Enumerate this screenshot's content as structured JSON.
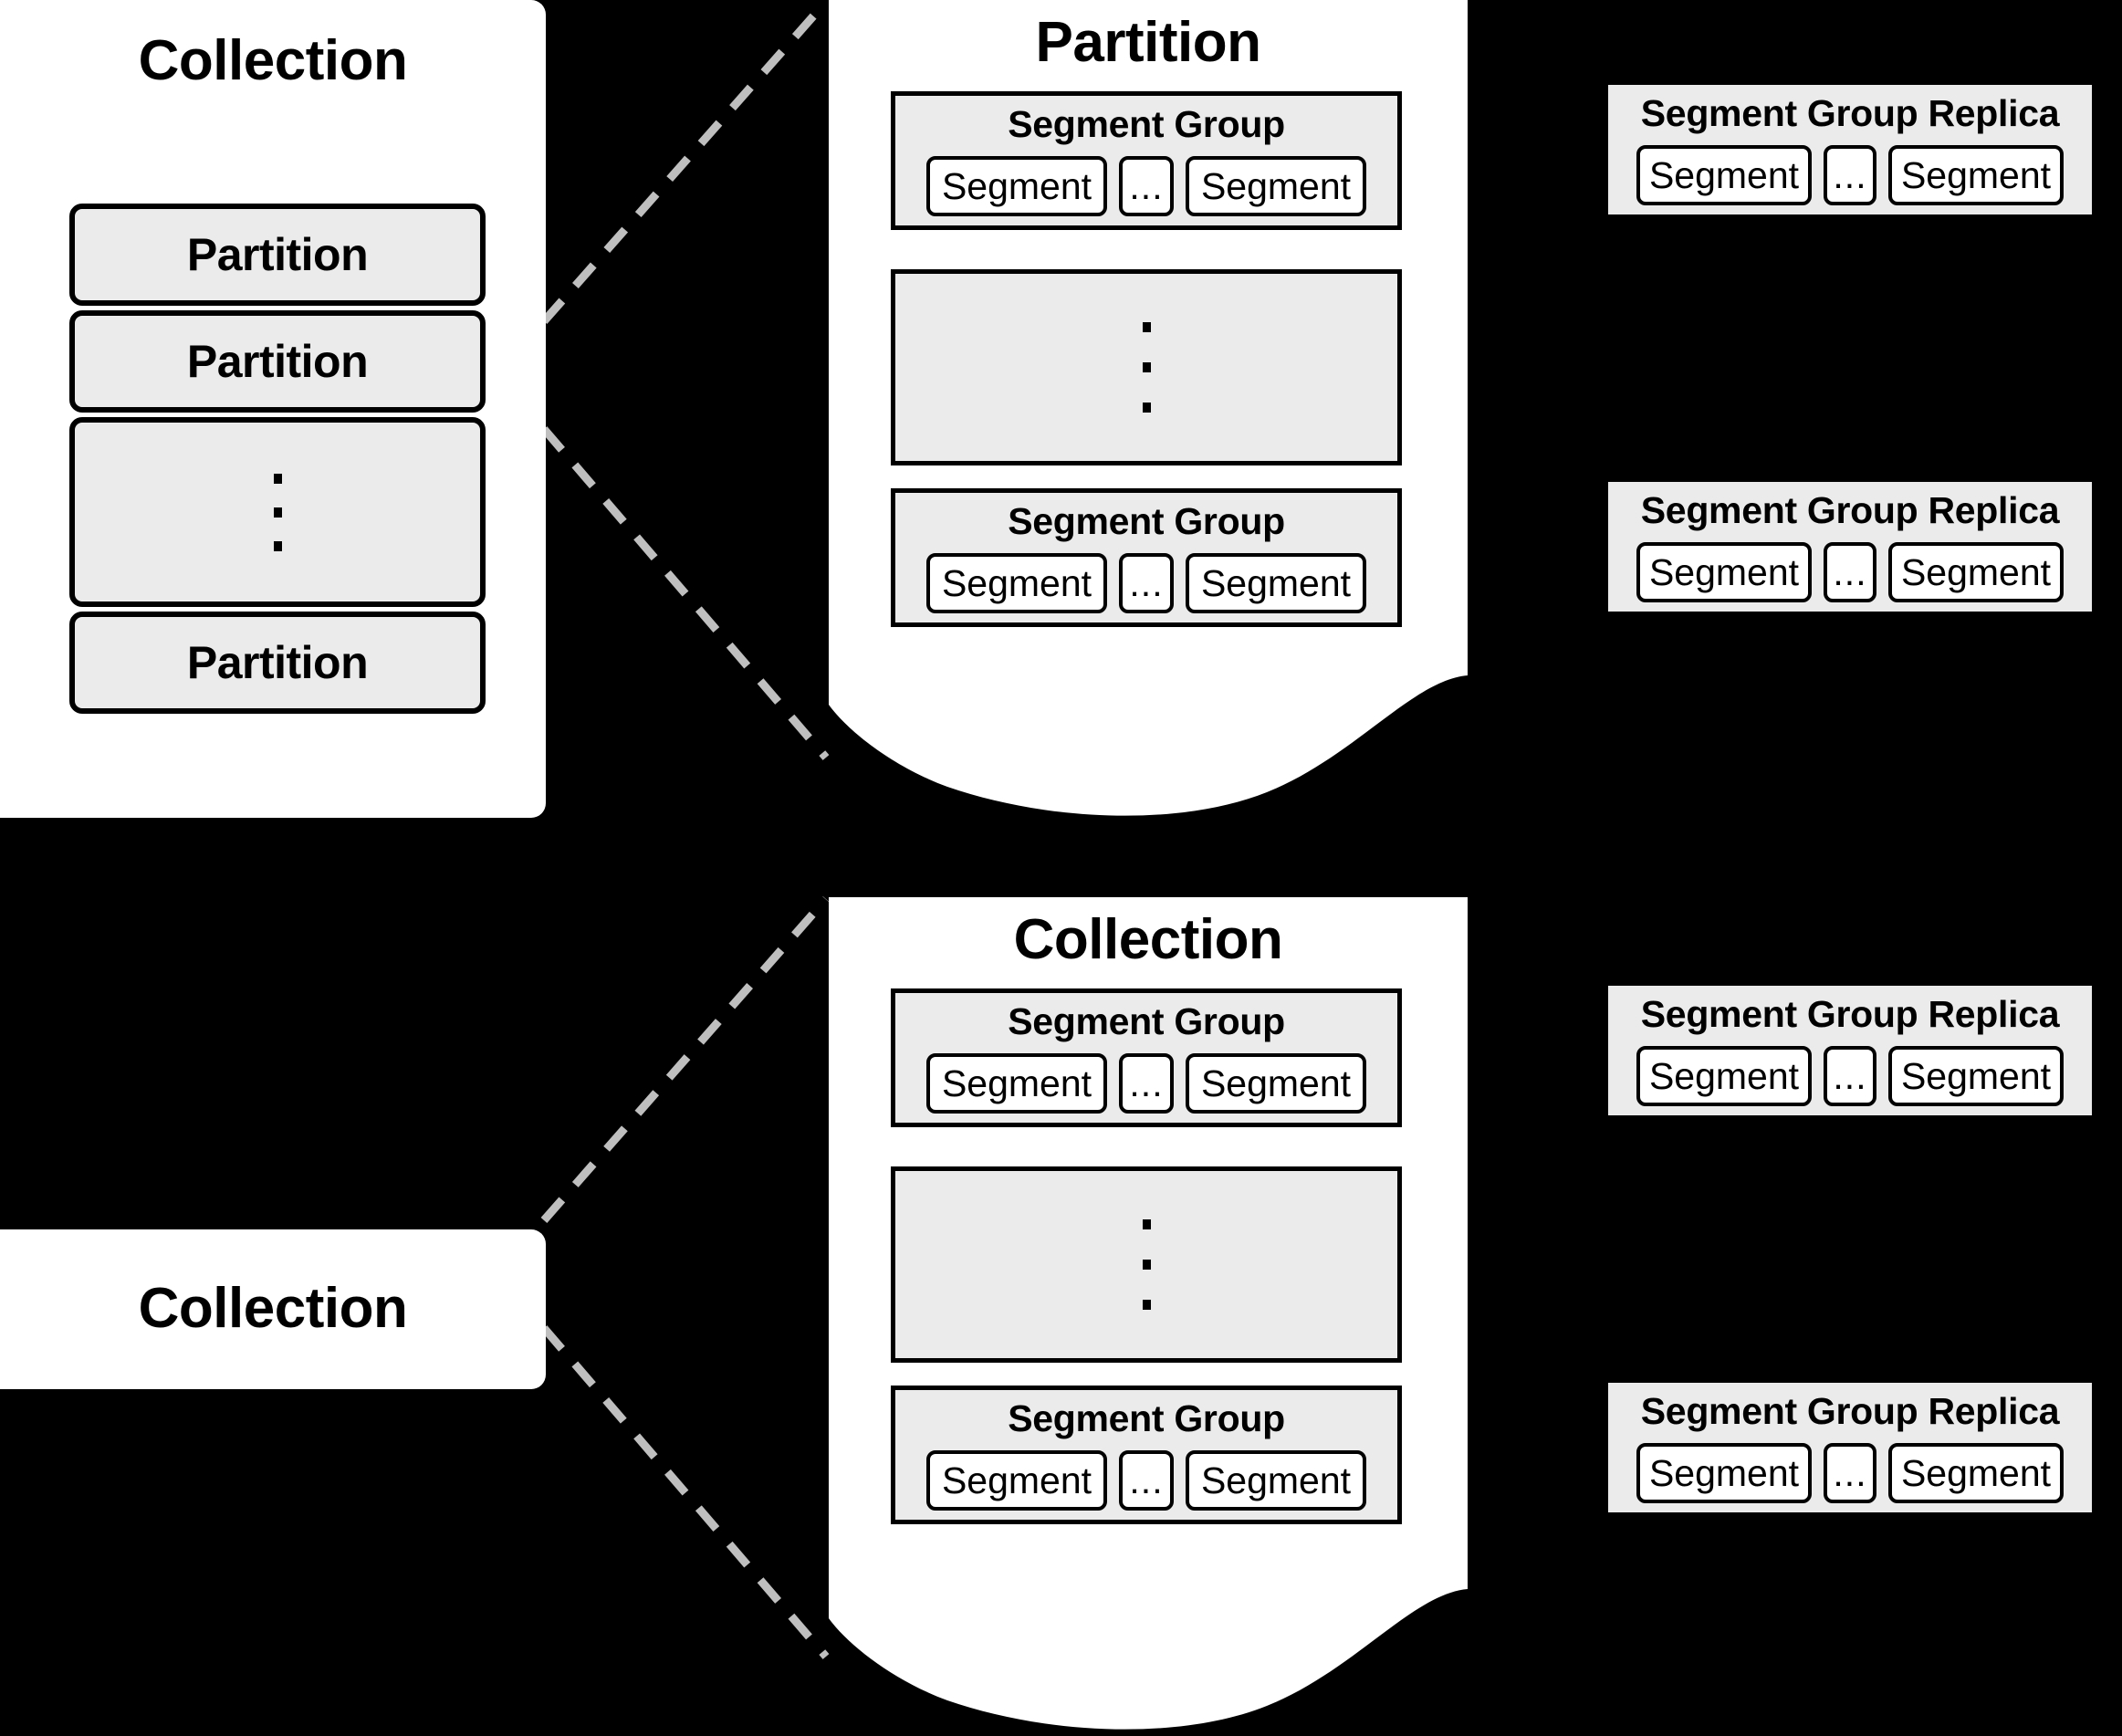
{
  "diagram": {
    "title_top_left": "Collection",
    "title_top_center": "Partition",
    "title_bottom_left": "Collection",
    "title_bottom_center": "Collection"
  },
  "labels": {
    "collection": "Collection",
    "partition": "Partition",
    "segment_group": "Segment Group",
    "segment_group_replica": "Segment Group Replica",
    "segment": "Segment",
    "ellipsis_horizontal": "...",
    "ellipsis_vertical": ""
  },
  "collection_top": {
    "title": "Collection",
    "rows": [
      {
        "type": "item",
        "label": "Partition"
      },
      {
        "type": "item",
        "label": "Partition"
      },
      {
        "type": "ellipsis",
        "label": ""
      },
      {
        "type": "item",
        "label": "Partition"
      }
    ]
  },
  "collection_bottom": {
    "title": "Collection"
  },
  "partition_panel": {
    "title": "Partition",
    "groups": [
      {
        "type": "group",
        "title": "Segment Group",
        "segments": [
          "Segment",
          "...",
          "Segment"
        ]
      },
      {
        "type": "ellipsis",
        "title": "",
        "segments": []
      },
      {
        "type": "group",
        "title": "Segment Group",
        "segments": [
          "Segment",
          "...",
          "Segment"
        ]
      }
    ]
  },
  "collection_panel": {
    "title": "Collection",
    "groups": [
      {
        "type": "group",
        "title": "Segment Group",
        "segments": [
          "Segment",
          "...",
          "Segment"
        ]
      },
      {
        "type": "ellipsis",
        "title": "",
        "segments": []
      },
      {
        "type": "group",
        "title": "Segment Group",
        "segments": [
          "Segment",
          "...",
          "Segment"
        ]
      }
    ]
  },
  "replicas_top": [
    {
      "title": "Segment Group Replica",
      "segments": [
        "Segment",
        "...",
        "Segment"
      ]
    },
    {
      "title": "Segment Group Replica",
      "segments": [
        "Segment",
        "...",
        "Segment"
      ]
    }
  ],
  "replicas_bottom": [
    {
      "title": "Segment Group Replica",
      "segments": [
        "Segment",
        "...",
        "Segment"
      ]
    },
    {
      "title": "Segment Group Replica",
      "segments": [
        "Segment",
        "...",
        "Segment"
      ]
    }
  ],
  "colors": {
    "background": "#000000",
    "panel": "#ffffff",
    "box_fill": "#ebebeb",
    "stroke": "#000000",
    "connector": "#bfbfbf"
  }
}
